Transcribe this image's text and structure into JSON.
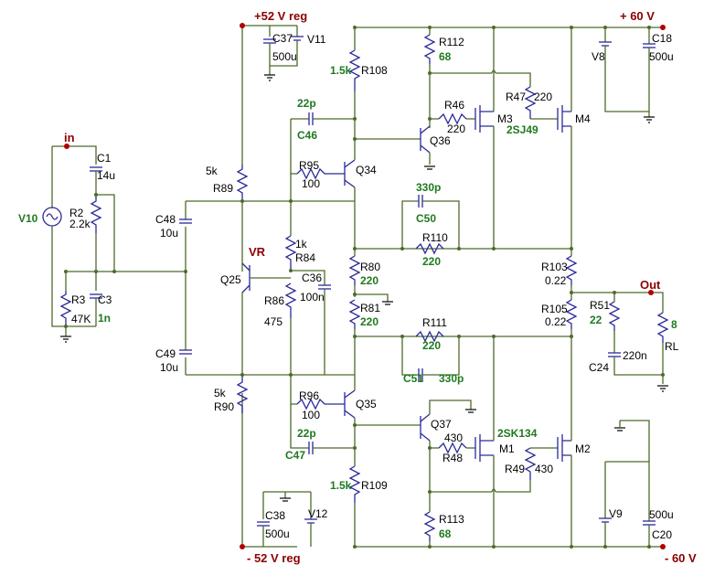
{
  "rails": {
    "pos_reg": "+52 V reg",
    "neg_reg": "- 52 V reg",
    "pos_60": "+ 60 V",
    "neg_60": "- 60 V"
  },
  "nodes": {
    "in": "in",
    "out": "Out",
    "vr": "VR"
  },
  "parts": {
    "C37": "C37",
    "C37v": "500u",
    "V11": "V11",
    "C38": "C38",
    "C38v": "500u",
    "V12": "V12",
    "C1": "C1",
    "C1v": "14u",
    "V10": "V10",
    "R2": "R2",
    "R2v": "2.2k",
    "R3": "R3",
    "R3v": "47K",
    "C3": "C3",
    "C3v": "1n",
    "R89v": "5k",
    "R89": "R89",
    "R90v": "5k",
    "R90": "R90",
    "C48": "C48",
    "C48v": "10u",
    "C49": "C49",
    "C49v": "10u",
    "Q25": "Q25",
    "R84v": "1k",
    "R84": "R84",
    "C36": "C36",
    "C36v": "100n",
    "R86": "R86",
    "R86v": "475",
    "C46v": "22p",
    "C46": "C46",
    "R95": "R95",
    "R95v": "100",
    "Q34": "Q34",
    "R96": "R96",
    "R96v": "100",
    "Q35": "Q35",
    "C47v": "22p",
    "C47": "C47",
    "R108v": "1.5k",
    "R108": "R108",
    "R109v": "1.5k",
    "R109": "R109",
    "R112": "R112",
    "R112v": "68",
    "R113": "R113",
    "R113v": "68",
    "R46": "R46",
    "R46v": "220",
    "Q36": "Q36",
    "M3": "M3",
    "R47": "R47",
    "R47v": "220",
    "M4": "M4",
    "pmos": "2SJ49",
    "nmos": "2SK134",
    "C50v": "330p",
    "C50": "C50",
    "R110": "R110",
    "R110v": "220",
    "R80": "R80",
    "R80v": "220",
    "R81": "R81",
    "R81v": "220",
    "R111": "R111",
    "R111v": "220",
    "C51": "C51",
    "C51v": "330p",
    "Q37": "Q37",
    "R48v": "430",
    "R48": "R48",
    "M1": "M1",
    "R49": "R49",
    "R49v": "430",
    "M2": "M2",
    "V8": "V8",
    "C18": "C18",
    "C18v": "500u",
    "V9": "V9",
    "C20": "C20",
    "C20v": "500u",
    "R103": "R103",
    "R103v": "0.22",
    "R105": "R105",
    "R105v": "0.22",
    "R51": "R51",
    "R51v": "22",
    "C24": "C24",
    "C24v": "220n",
    "RL": "RL",
    "RLv": "8"
  }
}
